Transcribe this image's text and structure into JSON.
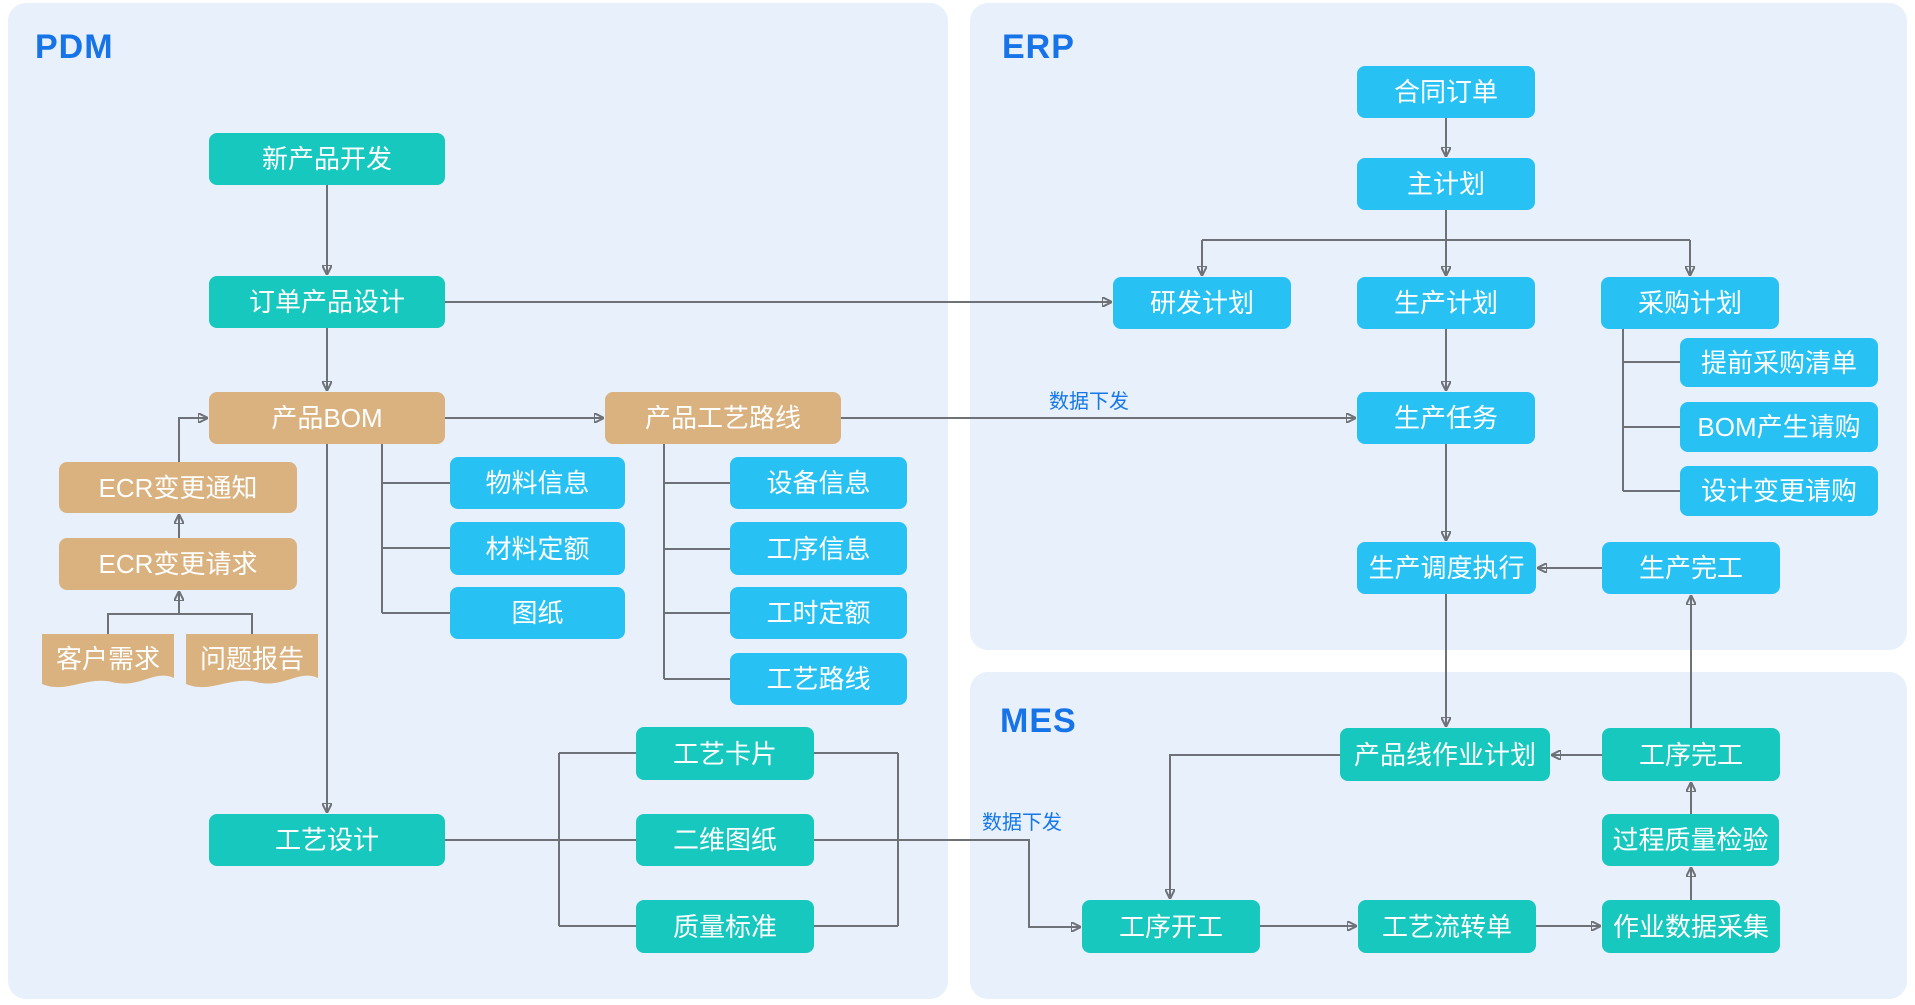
{
  "colors": {
    "panel_bg": "#e7f0fb",
    "teal_box": "#16c8be",
    "blue_box": "#27c2f3",
    "tan_box": "#d9b280",
    "title_blue": "#1673e8",
    "line_gray": "#6e7277",
    "box_text": "#ffffff"
  },
  "panels": {
    "pdm": {
      "title": "PDM"
    },
    "erp": {
      "title": "ERP"
    },
    "mes": {
      "title": "MES"
    }
  },
  "annotations": {
    "data_down_erp": "数据下发",
    "data_down_mes": "数据下发"
  },
  "nodes": {
    "new_product_dev": {
      "label": "新产品开发"
    },
    "order_product_design": {
      "label": "订单产品设计"
    },
    "product_bom": {
      "label": "产品BOM"
    },
    "product_process_route": {
      "label": "产品工艺路线"
    },
    "ecr_change_notice": {
      "label": "ECR变更通知"
    },
    "ecr_change_request": {
      "label": "ECR变更请求"
    },
    "customer_demand": {
      "label": "客户需求"
    },
    "problem_report": {
      "label": "问题报告"
    },
    "material_info": {
      "label": "物料信息"
    },
    "material_quota": {
      "label": "材料定额"
    },
    "drawing": {
      "label": "图纸"
    },
    "equipment_info": {
      "label": "设备信息"
    },
    "process_info": {
      "label": "工序信息"
    },
    "hour_quota": {
      "label": "工时定额"
    },
    "process_route": {
      "label": "工艺路线"
    },
    "process_design": {
      "label": "工艺设计"
    },
    "process_card": {
      "label": "工艺卡片"
    },
    "two_d_drawing": {
      "label": "二维图纸"
    },
    "quality_standard": {
      "label": "质量标准"
    },
    "contract_order": {
      "label": "合同订单"
    },
    "master_plan": {
      "label": "主计划"
    },
    "rd_plan": {
      "label": "研发计划"
    },
    "production_plan": {
      "label": "生产计划"
    },
    "purchase_plan": {
      "label": "采购计划"
    },
    "production_task": {
      "label": "生产任务"
    },
    "advance_purchase_list": {
      "label": "提前采购清单"
    },
    "bom_purchase_request": {
      "label": "BOM产生请购"
    },
    "design_change_request": {
      "label": "设计变更请购"
    },
    "production_dispatch": {
      "label": "生产调度执行"
    },
    "production_complete": {
      "label": "生产完工"
    },
    "line_work_plan": {
      "label": "产品线作业计划"
    },
    "process_complete": {
      "label": "工序完工"
    },
    "process_quality_check": {
      "label": "过程质量检验"
    },
    "process_start": {
      "label": "工序开工"
    },
    "process_flow_sheet": {
      "label": "工艺流转单"
    },
    "work_data_collect": {
      "label": "作业数据采集"
    }
  }
}
